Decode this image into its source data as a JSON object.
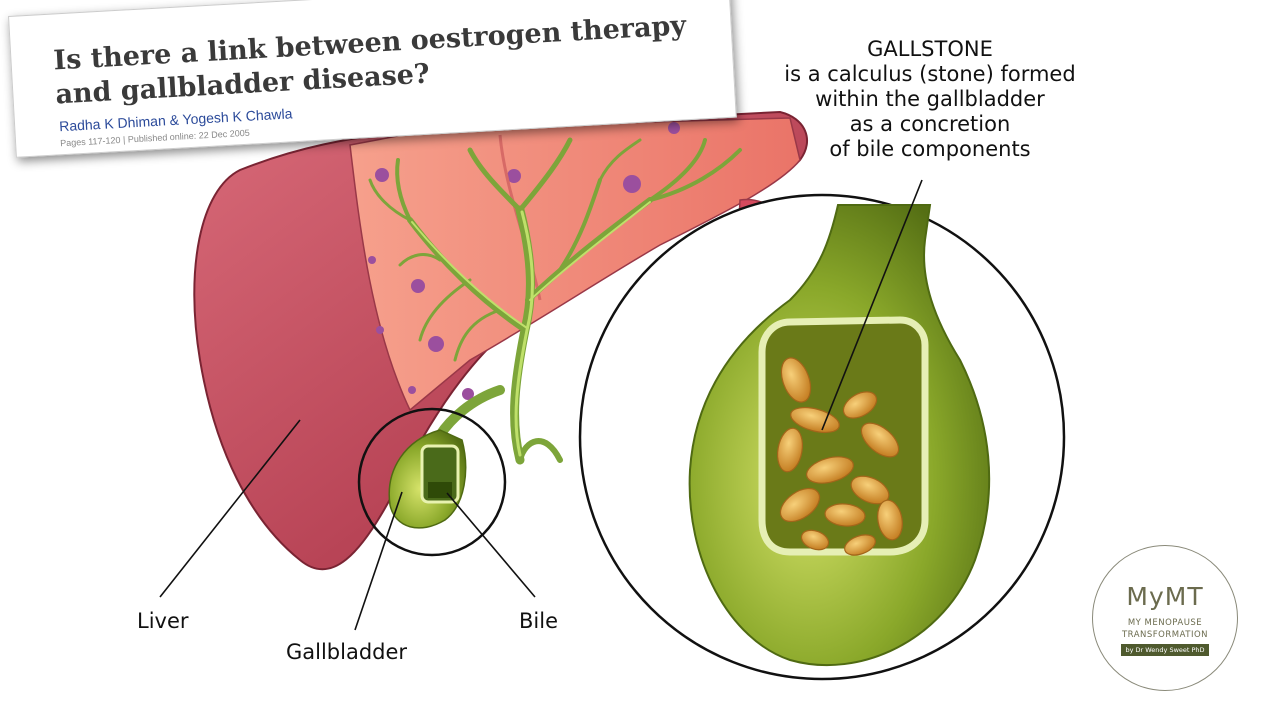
{
  "article": {
    "title": "Is there a link between oestrogen therapy and gallbladder disease?",
    "authors": "Radha K Dhiman & Yogesh K Chawla",
    "meta": "Pages 117-120 | Published online: 22 Dec 2005"
  },
  "caption": {
    "heading": "GALLSTONE",
    "lines": [
      "is a calculus (stone) formed",
      "within the gallbladder",
      "as a concretion",
      "of bile components"
    ]
  },
  "labels": {
    "liver": "Liver",
    "gallbladder": "Gallbladder",
    "bile": "Bile"
  },
  "logo": {
    "mark": "MyMT",
    "line1": "MY MENOPAUSE",
    "line2": "TRANSFORMATION",
    "byline": "by Dr Wendy Sweet PhD"
  },
  "colors": {
    "liver": "#c4505e",
    "liver_cut": "#f1887a",
    "bile_duct": "#7fa83a",
    "gallbladder": "#8fae2e",
    "stones": "#d99a2e",
    "logo": "#6b6b4e"
  }
}
